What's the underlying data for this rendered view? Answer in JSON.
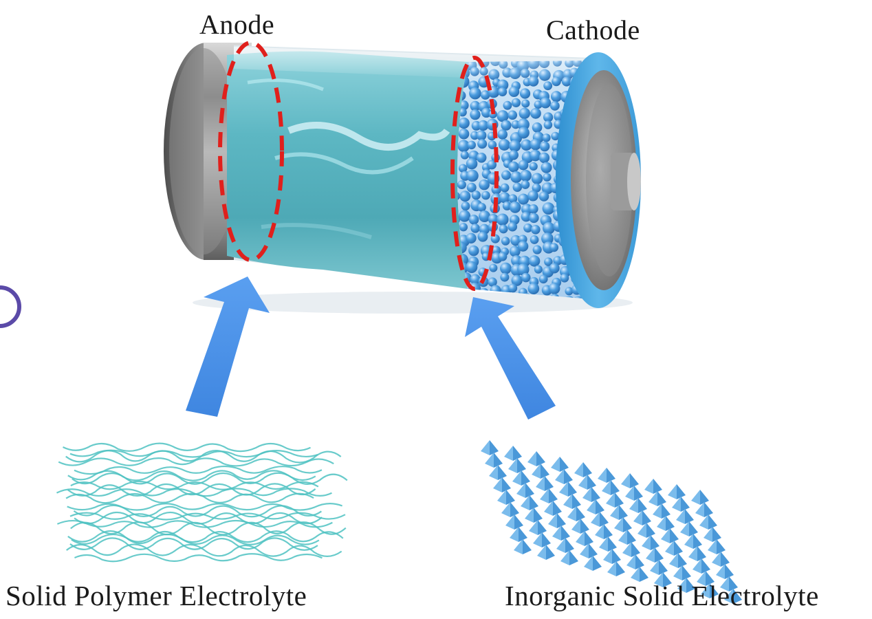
{
  "labels": {
    "anode": "Anode",
    "cathode": "Cathode",
    "polymer": "Solid Polymer Electrolyte",
    "inorganic": "Inorganic Solid Electrolyte"
  },
  "colors": {
    "electrolyte": "#5fb9c5",
    "cathode_ring": "#4aa6dc",
    "particles": "#3f8fd6",
    "arrow": "#4f95e6",
    "dashed_outline": "#e0201c",
    "polymer_fiber": "#4fc2c2",
    "crystal": "#4a98d8",
    "metal": "#a9a9a9"
  },
  "icons": {
    "battery": "battery-cell-illustration",
    "polymer": "polymer-fiber-network-icon",
    "crystal": "crystal-lattice-icon",
    "arrow": "arrow-up-icon"
  }
}
